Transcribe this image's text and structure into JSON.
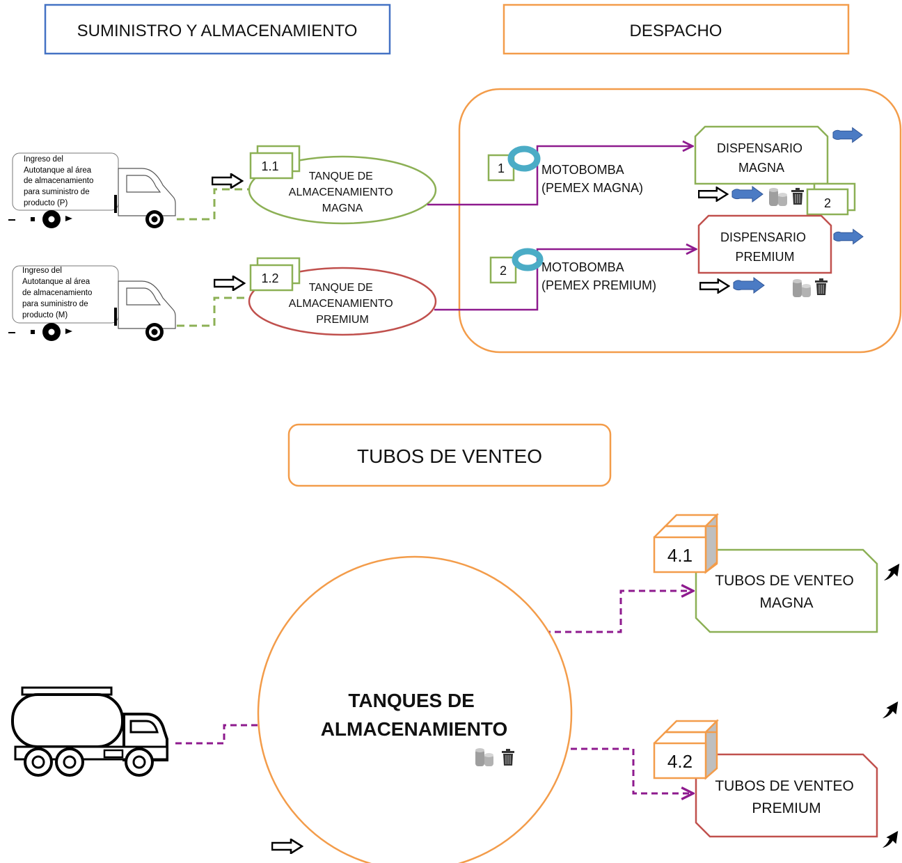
{
  "colors": {
    "blue": "#4472C4",
    "orange": "#F39C4A",
    "green": "#8CB055",
    "red": "#C0504D",
    "purple": "#8E1A8E",
    "teal": "#4BACC6",
    "arrow_blue": "#4B7BC4",
    "gray": "#A6A6A6"
  },
  "headers": {
    "supply": "SUMINISTRO  Y ALMACENAMIENTO",
    "dispatch": "DESPACHO",
    "vent": "TUBOS DE VENTEO"
  },
  "trucks": {
    "p": [
      "Ingreso del",
      "Autotanque al área",
      "de almacenamiento",
      "para suministro de",
      "producto (P)"
    ],
    "m": [
      "Ingreso del",
      "Autotanque al área",
      "de almacenamiento",
      "para suministro de",
      "producto (M)"
    ]
  },
  "tanks": {
    "magna": {
      "id": "1.1",
      "lines": [
        "TANQUE DE",
        "ALMACENAMIENTO",
        "MAGNA"
      ]
    },
    "premium": {
      "id": "1.2",
      "lines": [
        "TANQUE DE",
        "ALMACENAMIENTO",
        "PREMIUM"
      ]
    }
  },
  "pumps": {
    "magna": {
      "id": "1",
      "lines": [
        "MOTOBOMBA",
        "(PEMEX MAGNA)"
      ]
    },
    "premium": {
      "id": "2",
      "lines": [
        "MOTOBOMBA",
        "(PEMEX PREMIUM)"
      ]
    }
  },
  "dispensers": {
    "magna": {
      "id": "2",
      "lines": [
        "DISPENSARIO",
        "MAGNA"
      ]
    },
    "premium": {
      "lines": [
        "DISPENSARIO",
        "PREMIUM"
      ]
    }
  },
  "storage": {
    "lines": [
      "TANQUES DE",
      "ALMACENAMIENTO"
    ]
  },
  "vents": {
    "magna": {
      "id": "4.1",
      "lines": [
        "TUBOS DE VENTEO",
        "MAGNA"
      ]
    },
    "premium": {
      "id": "4.2",
      "lines": [
        "TUBOS DE VENTEO",
        "PREMIUM"
      ]
    }
  },
  "icons": [
    "open-arrow-icon",
    "blue-arrow-icon",
    "barrels-icon",
    "trash-icon",
    "vent-arrow-icon",
    "pump-ring-icon",
    "truck-icon",
    "tanker-truck-icon"
  ]
}
